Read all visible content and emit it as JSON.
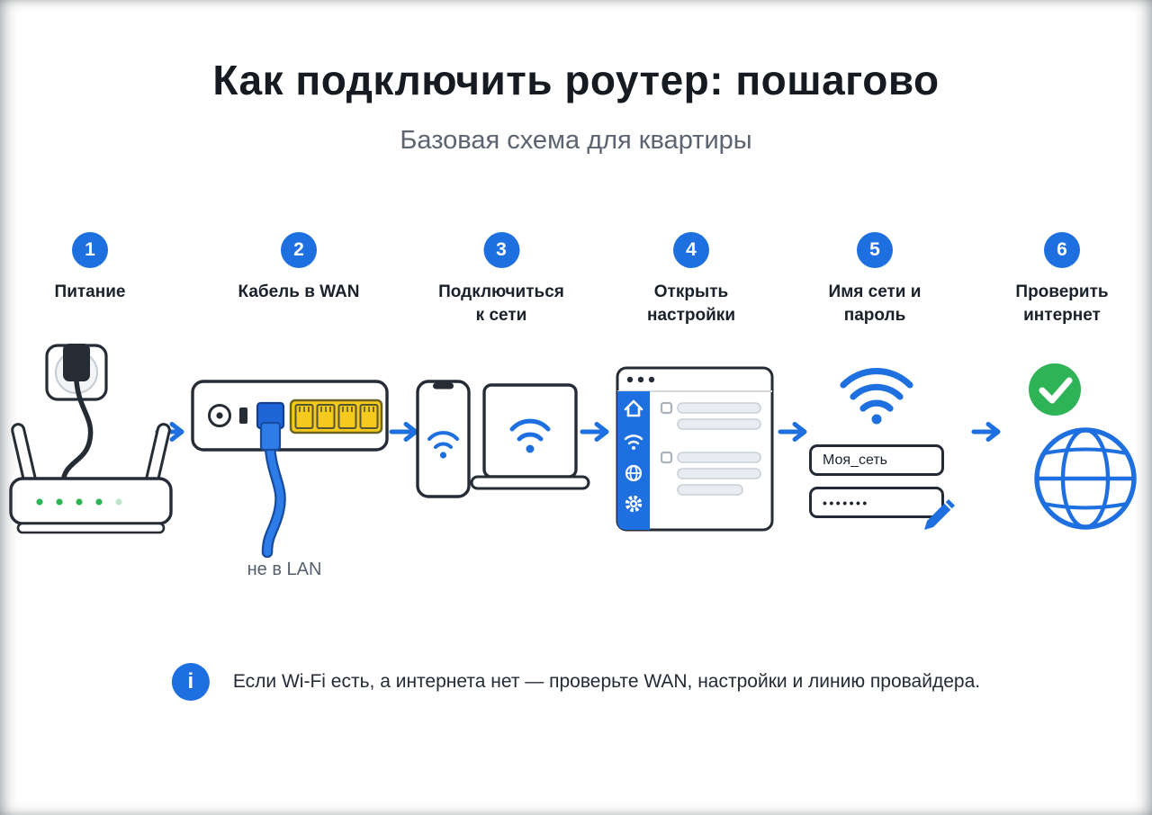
{
  "title": "Как подключить роутер: пошагово",
  "subtitle": "Базовая схема для квартиры",
  "colors": {
    "accent_blue": "#1e6fe0",
    "cable_blue": "#2e7ce8",
    "lan_yellow": "#f6c91d",
    "success_green": "#2eb457",
    "text_dark": "#1a212b",
    "text_gray": "#5b6470"
  },
  "steps": [
    {
      "number": "1",
      "label": "Питание",
      "icon": "power-outlet-and-router"
    },
    {
      "number": "2",
      "label": "Кабель в WAN",
      "note": "не в LAN",
      "icon": "router-rear-wan-cable"
    },
    {
      "number": "3",
      "label": "Подключиться к сети",
      "icon": "phone-and-laptop-wifi"
    },
    {
      "number": "4",
      "label": "Открыть настройки",
      "icon": "admin-settings-window"
    },
    {
      "number": "5",
      "label": "Имя сети и пароль",
      "icon": "wifi-name-password",
      "fields": {
        "network_name": "Моя_сеть",
        "password_mask": "•••••••"
      }
    },
    {
      "number": "6",
      "label": "Проверить интернет",
      "icon": "check-and-globe"
    }
  ],
  "icons": [
    "power-plug",
    "wall-outlet",
    "router",
    "wan-port",
    "lan-ports",
    "ethernet-cable",
    "phone",
    "laptop",
    "wifi",
    "home",
    "globe",
    "gear",
    "pencil",
    "check",
    "info",
    "arrow"
  ],
  "footer": {
    "info_symbol": "i",
    "note": "Если Wi-Fi есть, а интернета нет — проверьте WAN, настройки и линию провайдера."
  }
}
